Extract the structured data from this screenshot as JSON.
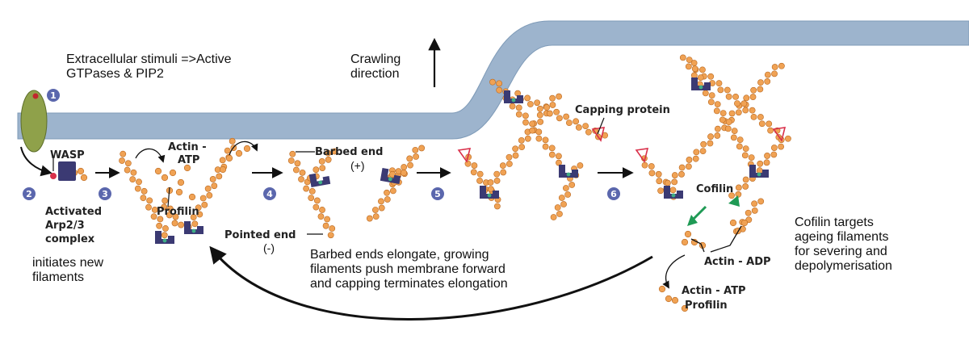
{
  "colors": {
    "membrane": "#9db4cd",
    "membrane_edge": "#7f9bb8",
    "actin": "#f0a254",
    "actin_edge": "#b8671f",
    "arp23": "#3b3a73",
    "cap": "#d9304a",
    "cofilin": "#1f9a55",
    "step_badge": "#5b67ad",
    "receptor": "#8fa14a"
  },
  "labels": {
    "stimuli": [
      "Extracellular stimuli =>Active",
      "GTPases & PIP2"
    ],
    "crawling": [
      "Crawling",
      "direction"
    ],
    "wasp": "WASP",
    "activated": [
      "Activated",
      "Arp2/3",
      "complex"
    ],
    "initiates": [
      "initiates new",
      "filaments"
    ],
    "actin_atp_top": [
      "Actin -",
      "ATP"
    ],
    "profilin_top": "Profilin",
    "barbed_end": "Barbed end",
    "plus": "(+)",
    "pointed_end": "Pointed end",
    "minus": "(-)",
    "capping_protein": "Capping protein",
    "cofilin": "Cofilin",
    "actin_adp": "Actin - ADP",
    "actin_atp_bottom": "Actin - ATP",
    "profilin_bottom": "Profilin",
    "barbed_caption": [
      "Barbed ends elongate, growing",
      "filaments push membrane forward",
      "and capping terminates elongation"
    ],
    "cofilin_caption": [
      "Cofilin targets",
      "ageing filaments",
      "for severing and",
      "depolymerisation"
    ]
  },
  "steps": [
    "1",
    "2",
    "3",
    "4",
    "5",
    "6"
  ],
  "icons": {
    "crawl_arrow": "up-arrow-icon",
    "recycle_arrow": "curved-arrow-icon"
  }
}
